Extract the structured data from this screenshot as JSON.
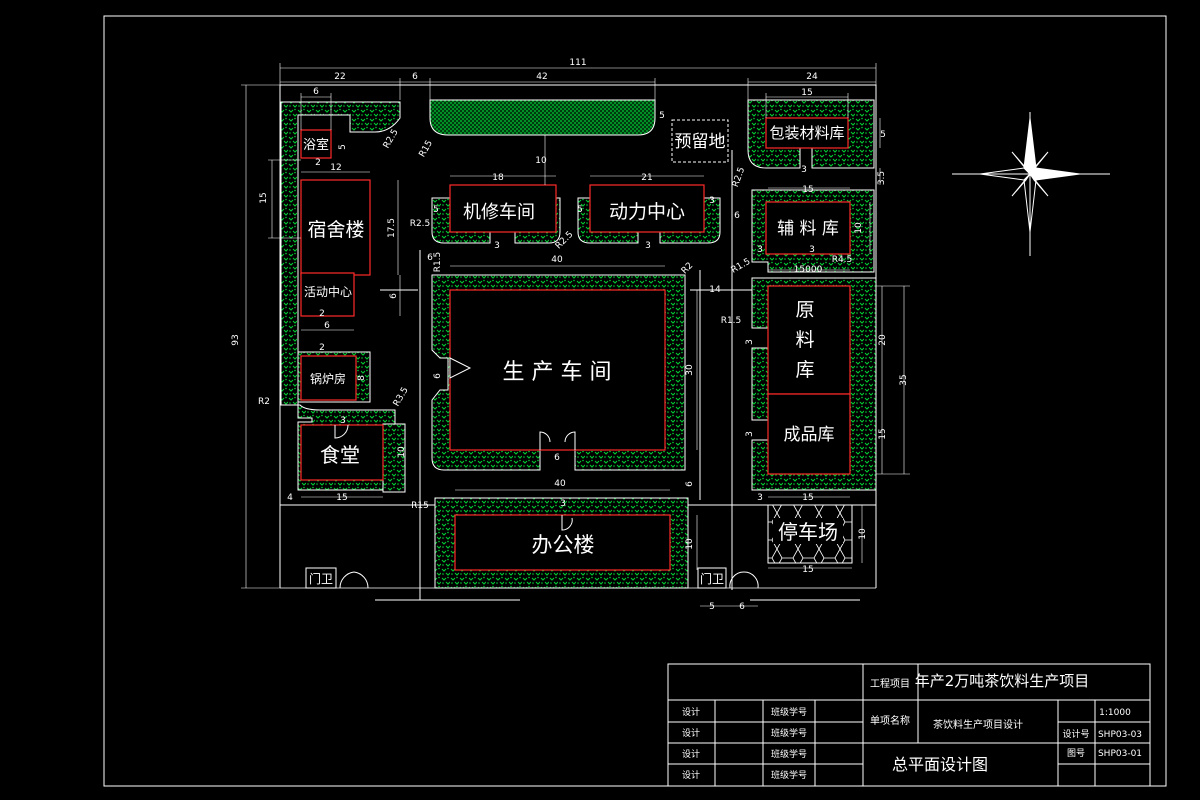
{
  "colors": {
    "background": "#000000",
    "line": "#ffffff",
    "green": "#00cc33",
    "building": "#ff2a2a",
    "dim": "#ffffff"
  },
  "buildings": {
    "bath": "浴室",
    "dorm": "宿舍楼",
    "activity": "活动中心",
    "boiler": "锅炉房",
    "canteen": "食堂",
    "machine": "机修车间",
    "power": "动力中心",
    "reserved": "预留地",
    "package": "包装材料库",
    "aux": "辅 料 库",
    "raw": [
      "原",
      "料",
      "库"
    ],
    "finished": "成品库",
    "production": "生 产 车 间",
    "office": "办公楼",
    "parking": "停车场",
    "gate_left": "门卫",
    "gate_right": "门卫"
  },
  "dimensions": {
    "total_w": "111",
    "left_w": "22",
    "gap": "6",
    "mid_w": "42",
    "right_w": "24",
    "total_h": "93",
    "bath_w": "6",
    "bath_h": "5",
    "bath_in": "2",
    "dorm_w": "12",
    "dorm_h": "15",
    "dorm_175": "17.5",
    "act_w": "6",
    "act_h": "6",
    "act_in": "2",
    "boiler_in": "2",
    "boiler_h": "8",
    "canteen_in": "3",
    "canteen_h": "10",
    "canteen_w": "15",
    "canteen_left": "4",
    "r35": "R3.5",
    "r2": "R2",
    "r25a": "R2.5",
    "r15a": "R15",
    "r2b": "R2",
    "r25b": "R2.5",
    "r45": "R4.5",
    "r15b": "R1.5",
    "r15c": "R1.5",
    "r15d": "R1.5",
    "r25c": "R2.5",
    "r25d": "R2.5",
    "mach_w": "18",
    "mach_h": "5",
    "mach_3": "3",
    "mach_6": "6",
    "pow_w": "21",
    "pow_3": "3",
    "pow_5": "3",
    "pow_6": "6",
    "mid_10": "10",
    "mid_5": "5",
    "pkg_w": "15",
    "pkg_h": "5",
    "pkg_3": "3",
    "aux_w": "15",
    "aux_h": "10",
    "aux_35": "3.5",
    "aux_3a": "3",
    "aux_3b": "3",
    "raw_w": "15000",
    "raw_h": "20",
    "raw_3": "3",
    "raw_total": "35",
    "fin_h": "15",
    "fin_3": "3",
    "right_3": "3",
    "right_15": "15",
    "prod_w": "40",
    "prod_h": "30",
    "prod_14": "14",
    "prod_6a": "6",
    "prod_6b": "6",
    "prod_door_w": "6",
    "off_w": "40",
    "off_h": "10",
    "off_3": "3",
    "off_6": "6",
    "park_w": "15",
    "park_h": "10",
    "gate_5": "5",
    "gate_6": "6"
  },
  "title_block": {
    "project_label": "工程项目",
    "project_value": "年产2万吨茶饮料生产项目",
    "unit_label": "单项名称",
    "unit_value": "茶饮料生产项目设计",
    "scale": "1:1000",
    "design_no_label": "设计号",
    "design_no": "SHP03-03",
    "drawing_no_label": "图号",
    "drawing_no": "SHP03-01",
    "drawing_title": "总平面设计图",
    "rows": [
      {
        "role": "设计",
        "class_label": "班级学号"
      },
      {
        "role": "设计",
        "class_label": "班级学号"
      },
      {
        "role": "设计",
        "class_label": "班级学号"
      },
      {
        "role": "设计",
        "class_label": "班级学号"
      }
    ]
  }
}
